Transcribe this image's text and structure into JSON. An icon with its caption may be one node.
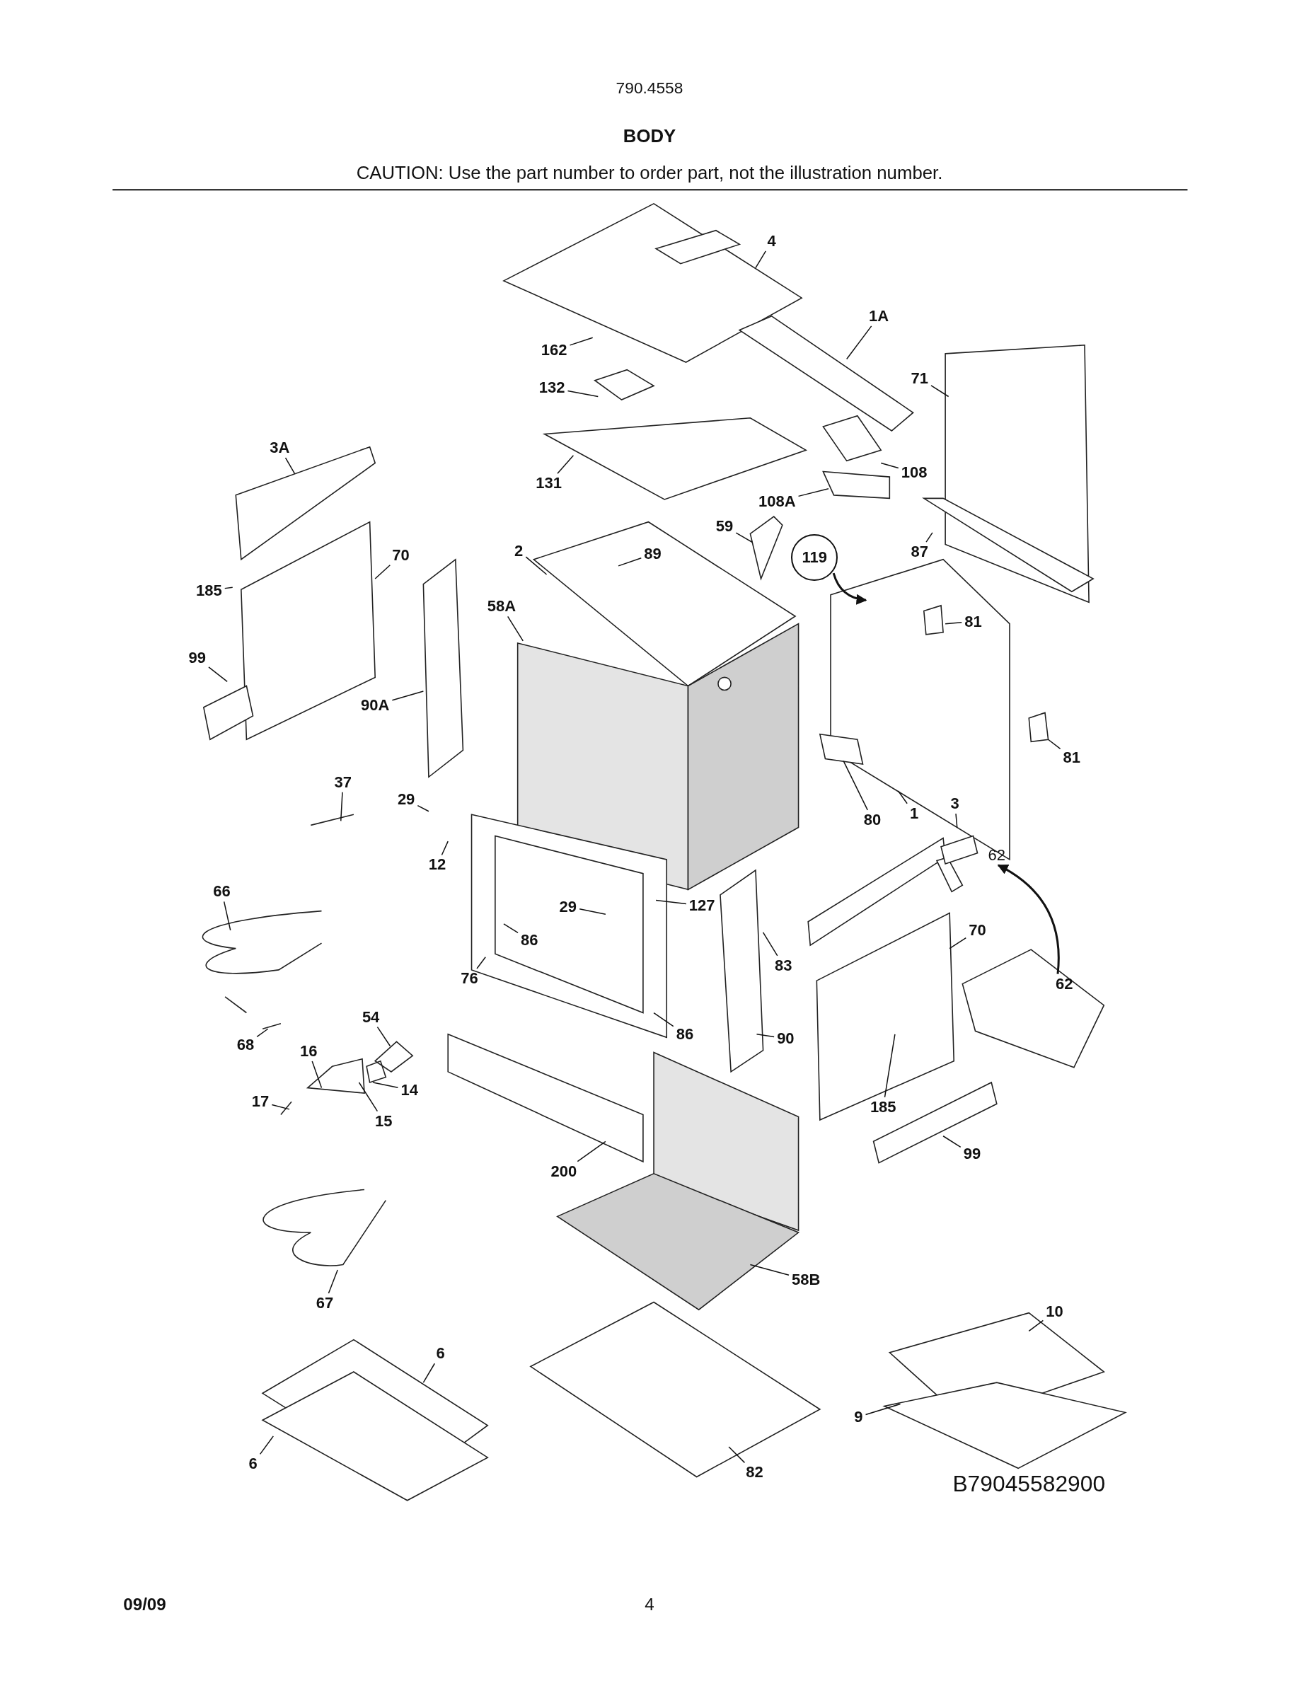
{
  "diagram": {
    "title": "BODY",
    "nodes": [
      {
        "text": [
          "4"
        ]
      },
      {
        "text": [
          "1A"
        ]
      },
      {
        "text": [
          "162"
        ]
      },
      {
        "text": [
          "132"
        ]
      },
      {
        "text": [
          "71"
        ]
      },
      {
        "text": [
          "3A"
        ]
      },
      {
        "text": [
          "131"
        ]
      },
      {
        "text": [
          "108"
        ]
      },
      {
        "text": [
          "108A"
        ]
      },
      {
        "text": [
          "59"
        ]
      },
      {
        "text": [
          "119"
        ]
      },
      {
        "text": [
          "2"
        ]
      },
      {
        "text": [
          "89"
        ]
      },
      {
        "text": [
          "185"
        ]
      },
      {
        "text": [
          "70"
        ]
      },
      {
        "text": [
          "87"
        ]
      },
      {
        "text": [
          "58A"
        ]
      },
      {
        "text": [
          "81"
        ]
      },
      {
        "text": [
          "99"
        ]
      },
      {
        "text": [
          "90A"
        ]
      },
      {
        "text": [
          "81"
        ]
      },
      {
        "text": [
          "37"
        ]
      },
      {
        "text": [
          "29"
        ]
      },
      {
        "text": [
          "12"
        ]
      },
      {
        "text": [
          "80"
        ]
      },
      {
        "text": [
          "1"
        ]
      },
      {
        "text": [
          "3"
        ]
      },
      {
        "text": [
          "66"
        ]
      },
      {
        "text": [
          "29"
        ]
      },
      {
        "text": [
          "127"
        ]
      },
      {
        "text": [
          "86"
        ]
      },
      {
        "text": [
          "70"
        ]
      },
      {
        "text": [
          "76"
        ]
      },
      {
        "text": [
          "83"
        ]
      },
      {
        "text": [
          "62"
        ]
      },
      {
        "text": [
          "54"
        ]
      },
      {
        "text": [
          "86"
        ]
      },
      {
        "text": [
          "90"
        ]
      },
      {
        "text": [
          "68"
        ]
      },
      {
        "text": [
          "16"
        ]
      },
      {
        "text": [
          "14"
        ]
      },
      {
        "text": [
          "17"
        ]
      },
      {
        "text": [
          "15"
        ]
      },
      {
        "text": [
          "185"
        ]
      },
      {
        "text": [
          "99"
        ]
      },
      {
        "text": [
          "200"
        ]
      },
      {
        "text": [
          "67"
        ]
      },
      {
        "text": [
          "58B"
        ]
      },
      {
        "text": [
          "10"
        ]
      },
      {
        "text": [
          "6"
        ]
      },
      {
        "text": [
          "9"
        ]
      },
      {
        "text": [
          "6"
        ]
      },
      {
        "text": [
          "82"
        ]
      },
      {
        "text": [
          "62"
        ]
      }
    ],
    "edges": [
      {
        "from": 0,
        "to": null,
        "arrow": "none"
      },
      {
        "from": 1,
        "to": null,
        "arrow": "none"
      },
      {
        "from": 2,
        "to": null,
        "arrow": "none"
      },
      {
        "from": 3,
        "to": null,
        "arrow": "none"
      },
      {
        "from": 4,
        "to": null,
        "arrow": "none"
      },
      {
        "from": 5,
        "to": null,
        "arrow": "none"
      },
      {
        "from": 6,
        "to": null,
        "arrow": "none"
      },
      {
        "from": 7,
        "to": null,
        "arrow": "none"
      },
      {
        "from": 8,
        "to": null,
        "arrow": "none"
      },
      {
        "from": 9,
        "to": null,
        "arrow": "none"
      },
      {
        "from": 10,
        "to": null,
        "arrow": "to"
      },
      {
        "from": 11,
        "to": null,
        "arrow": "none"
      },
      {
        "from": 12,
        "to": null,
        "arrow": "none"
      },
      {
        "from": 13,
        "to": null,
        "arrow": "none"
      },
      {
        "from": 14,
        "to": null,
        "arrow": "none"
      },
      {
        "from": 15,
        "to": null,
        "arrow": "none"
      },
      {
        "from": 16,
        "to": null,
        "arrow": "none"
      },
      {
        "from": 17,
        "to": null,
        "arrow": "none"
      },
      {
        "from": 18,
        "to": null,
        "arrow": "none"
      },
      {
        "from": 19,
        "to": null,
        "arrow": "none"
      },
      {
        "from": 20,
        "to": null,
        "arrow": "none"
      },
      {
        "from": 21,
        "to": null,
        "arrow": "none"
      },
      {
        "from": 22,
        "to": null,
        "arrow": "none"
      },
      {
        "from": 23,
        "to": null,
        "arrow": "none"
      },
      {
        "from": 24,
        "to": null,
        "arrow": "none"
      },
      {
        "from": 25,
        "to": null,
        "arrow": "none"
      },
      {
        "from": 26,
        "to": null,
        "arrow": "none"
      },
      {
        "from": 27,
        "to": null,
        "arrow": "none"
      },
      {
        "from": 28,
        "to": null,
        "arrow": "none"
      },
      {
        "from": 29,
        "to": null,
        "arrow": "none"
      },
      {
        "from": 30,
        "to": null,
        "arrow": "none"
      },
      {
        "from": 31,
        "to": null,
        "arrow": "none"
      },
      {
        "from": 32,
        "to": null,
        "arrow": "none"
      },
      {
        "from": 33,
        "to": null,
        "arrow": "none"
      },
      {
        "from": 34,
        "to": 53,
        "arrow": "to"
      },
      {
        "from": 35,
        "to": null,
        "arrow": "none"
      },
      {
        "from": 36,
        "to": null,
        "arrow": "none"
      },
      {
        "from": 37,
        "to": null,
        "arrow": "none"
      },
      {
        "from": 38,
        "to": null,
        "arrow": "none"
      },
      {
        "from": 39,
        "to": null,
        "arrow": "none"
      },
      {
        "from": 40,
        "to": null,
        "arrow": "none"
      },
      {
        "from": 41,
        "to": null,
        "arrow": "none"
      },
      {
        "from": 42,
        "to": null,
        "arrow": "none"
      },
      {
        "from": 43,
        "to": null,
        "arrow": "none"
      },
      {
        "from": 44,
        "to": null,
        "arrow": "none"
      },
      {
        "from": 45,
        "to": null,
        "arrow": "none"
      },
      {
        "from": 46,
        "to": null,
        "arrow": "none"
      },
      {
        "from": 47,
        "to": null,
        "arrow": "none"
      },
      {
        "from": 48,
        "to": null,
        "arrow": "none"
      },
      {
        "from": 49,
        "to": null,
        "arrow": "none"
      },
      {
        "from": 50,
        "to": null,
        "arrow": "none"
      },
      {
        "from": 51,
        "to": null,
        "arrow": "none"
      },
      {
        "from": 52,
        "to": null,
        "arrow": "none"
      }
    ],
    "labels": [
      "790.4558",
      "CAUTION: Use the part number to order part, not the illustration number.",
      "B79045582900",
      "09/09",
      "4"
    ]
  }
}
